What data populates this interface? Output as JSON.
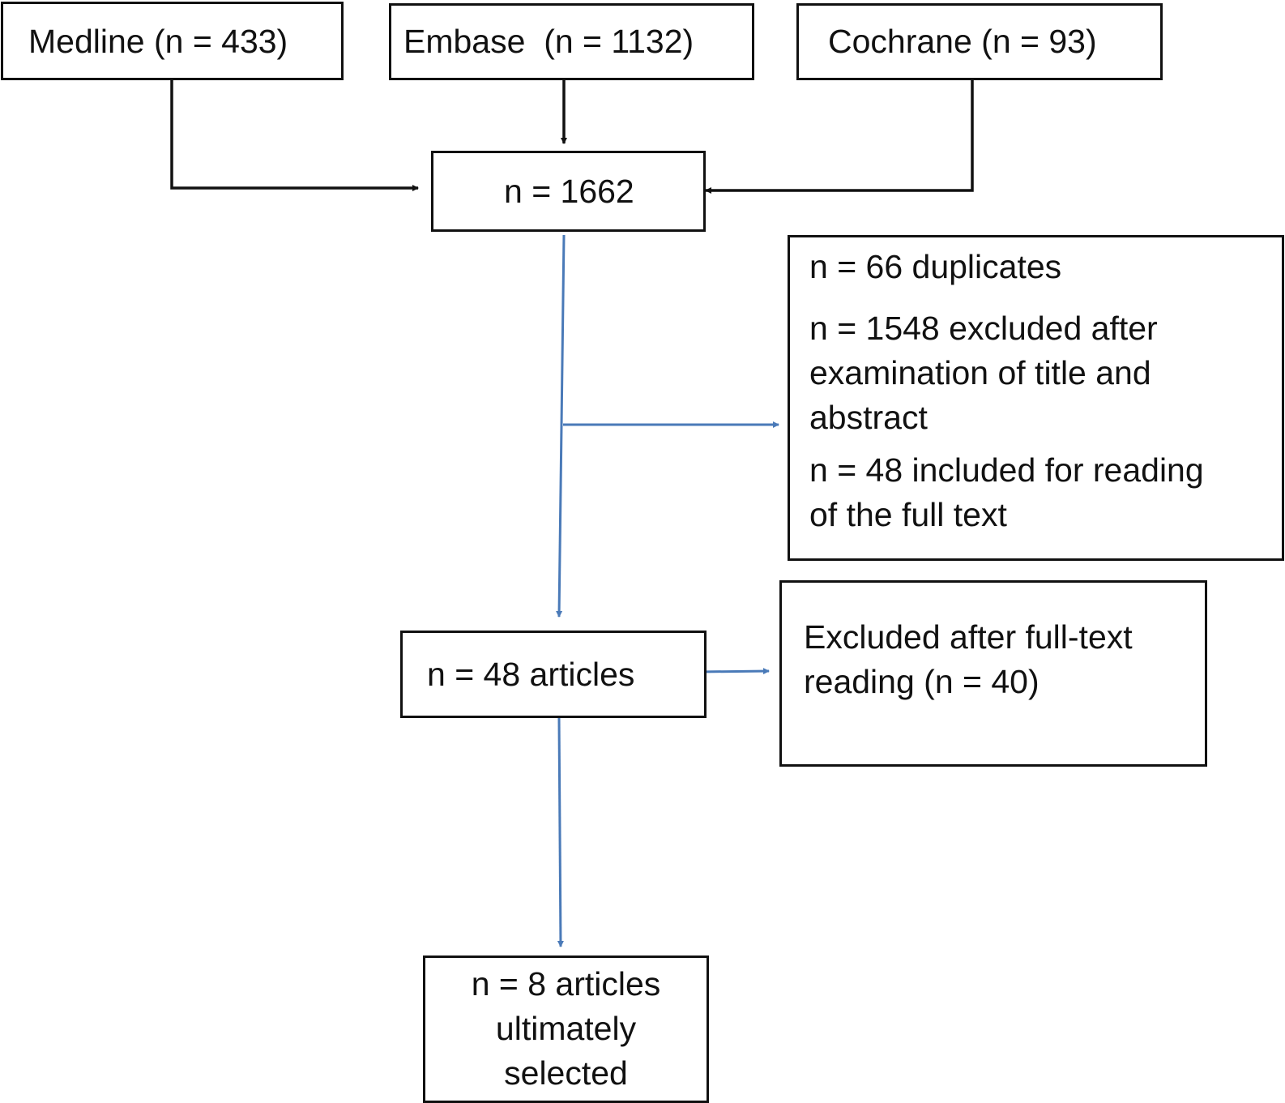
{
  "sources": {
    "medline": "Medline (n = 433)",
    "embase": "Embase  (n = 1132)",
    "cochrane": "Cochrane (n = 93)"
  },
  "total": "n = 1662",
  "screening": {
    "duplicates": "n = 66 duplicates",
    "excluded_line1": "n = 1548 excluded after",
    "excluded_line2": "examination of title and",
    "excluded_line3": "abstract",
    "included_line1": "n = 48 included for reading",
    "included_line2": "of the full text"
  },
  "articles": "n = 48 articles",
  "fulltext_excluded": {
    "line1": "Excluded after full-text",
    "line2": "reading (n = 40)"
  },
  "final": {
    "line1": "n = 8 articles",
    "line2": "ultimately",
    "line3": "selected"
  },
  "colors": {
    "black_arrow": "#111111",
    "blue_arrow": "#4a7ab8"
  }
}
